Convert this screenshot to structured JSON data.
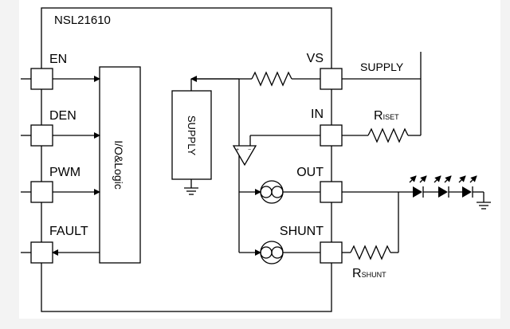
{
  "chip": {
    "name": "NSL21610"
  },
  "left_pins": [
    {
      "id": "en",
      "label": "EN"
    },
    {
      "id": "den",
      "label": "DEN"
    },
    {
      "id": "pwm",
      "label": "PWM"
    },
    {
      "id": "fault",
      "label": "FAULT"
    }
  ],
  "right_pins": [
    {
      "id": "vs",
      "label": "VS"
    },
    {
      "id": "in",
      "label": "IN"
    },
    {
      "id": "out",
      "label": "OUT"
    },
    {
      "id": "shunt",
      "label": "SHUNT"
    }
  ],
  "blocks": {
    "logic": "I/O&Logic",
    "supply": "SUPPLY"
  },
  "external": {
    "supply_label": "SUPPLY",
    "riset_main": "R",
    "riset_sub": "ISET",
    "rshunt_main": "R",
    "rshunt_sub": "SHUNT"
  }
}
